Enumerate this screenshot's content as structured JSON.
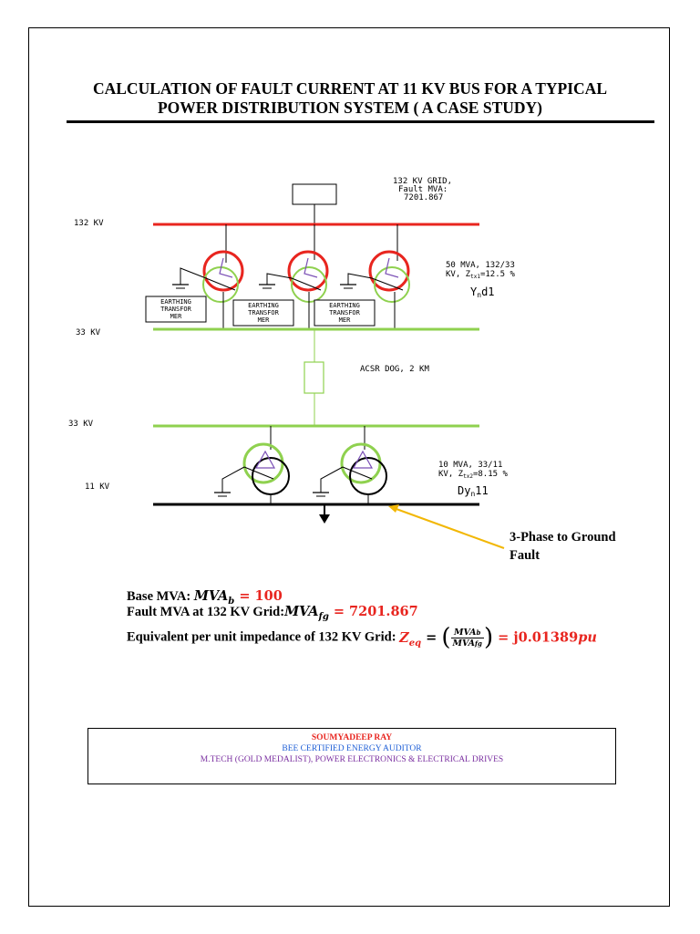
{
  "title": {
    "line1": "CALCULATION OF FAULT CURRENT AT 11 KV BUS FOR A TYPICAL",
    "line2": "POWER DISTRIBUTION SYSTEM ( A CASE STUDY)"
  },
  "diagram": {
    "grid_label_line1": "132 KV GRID,",
    "grid_label_line2": "Fault MVA:",
    "grid_label_line3": "7201.867",
    "bus_132": "132 KV",
    "bus_33a": "33 KV",
    "bus_33b": "33 KV",
    "bus_11": "11 KV",
    "tx1_line1": "50 MVA, 132/33",
    "tx1_line2a": "KV, Z",
    "tx1_line2sub": "tx1",
    "tx1_line2b": "=12.5 %",
    "tx1_vector_main": "Y",
    "tx1_vector_sub": "n",
    "tx1_vector_end": "d1",
    "earthing_line1": "EARTHING",
    "earthing_line2": "TRANSFOR",
    "earthing_line3": "MER",
    "line_label": "ACSR DOG, 2 KM",
    "tx2_line1": "10 MVA, 33/11",
    "tx2_line2a": "KV, Z",
    "tx2_line2sub": "tx2",
    "tx2_line2b": "=8.15 %",
    "tx2_vector_main": "Dy",
    "tx2_vector_sub": "n",
    "tx2_vector_end": "11",
    "fault_line1": "3-Phase to Ground",
    "fault_line2": "Fault",
    "colors": {
      "bus_132": "#e8251f",
      "bus_33": "#8fd14f",
      "bus_11": "#000000",
      "arrow": "#f2b705"
    }
  },
  "calc": {
    "base_label": "Base MVA: ",
    "base_var": "MVA",
    "base_sub": "b",
    "base_val": " = 100",
    "fault_label": "Fault MVA at 132 KV Grid:",
    "fault_var": "MVA",
    "fault_sub": "fg",
    "fault_val": " = 7201.867",
    "eq_label": "Equivalent per unit impedance of 132 KV Grid: ",
    "eq_var": "Z",
    "eq_sub": "eq",
    "eq_equals": " = ",
    "frac_num": "MVA",
    "frac_num_sub": "b",
    "frac_den": "MVA",
    "frac_den_sub": "fg",
    "eq_result": " = j0.01389",
    "eq_unit": "pu"
  },
  "signature": {
    "name": "SOUMYADEEP RAY",
    "role": "BEE CERTIFIED ENERGY AUDITOR",
    "qualification": "M.TECH (GOLD MEDALIST), POWER ELECTRONICS & ELECTRICAL DRIVES"
  }
}
